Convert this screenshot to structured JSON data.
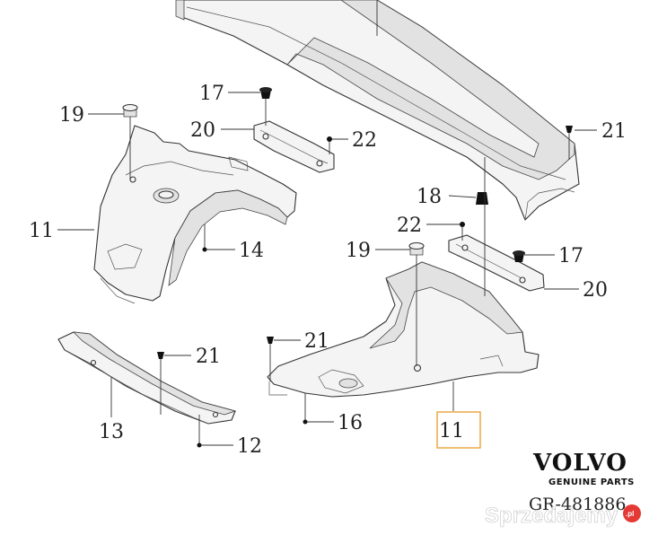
{
  "callouts": {
    "c17_top": "17",
    "c19_left": "19",
    "c20_top": "20",
    "c22_top": "22",
    "c21_right": "21",
    "c18": "18",
    "c22_mid": "22",
    "c17_right": "17",
    "c19_mid": "19",
    "c20_right": "20",
    "c11_left": "11",
    "c14": "14",
    "c21_mid": "21",
    "c21_low": "21",
    "c16": "16",
    "c11_highlighted": "11",
    "c13": "13",
    "c12": "12"
  },
  "brand": {
    "name": "VOLVO",
    "tagline": "GENUINE PARTS"
  },
  "drawing_code": "GR-481886",
  "watermark": {
    "text": "Sprzedajemy",
    "badge": ".pl"
  },
  "colors": {
    "highlight_box": "#e8a33a",
    "watermark_badge": "#e53935"
  }
}
